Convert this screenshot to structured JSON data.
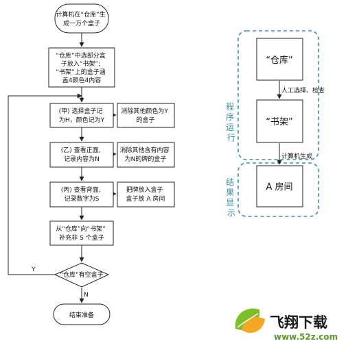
{
  "flowchart": {
    "start": [
      "计算机在“仓库”生",
      "成一万个盒子"
    ],
    "setup": [
      "“仓库”中选部分盒",
      "子放入“书架”;",
      "“书架”上的盒子涵",
      "盖4颜色4内容"
    ],
    "step_a": [
      "(甲) 选择盒子记",
      "为H，颜色记为Y"
    ],
    "step_a_side": [
      "消除其他颜色为Y",
      "的盒子"
    ],
    "step_b": [
      "(乙) 查看正面,",
      "记录内容为N"
    ],
    "step_b_side": [
      "消除其他含有内容",
      "为N的牌的盒子"
    ],
    "step_c": [
      "(丙) 查看背面,",
      "记录数字为S"
    ],
    "step_c_side": [
      "把牌放入盒子",
      "盒子放 A 房间"
    ],
    "refill": [
      "从“仓库”向“书架”",
      "补充非 S 个盒子"
    ],
    "decision": "“仓库”有空盒子",
    "yes_label": "Y",
    "no_label": "N",
    "end": "结束准备"
  },
  "right_diagram": {
    "warehouse": "“仓库”",
    "bookshelf": "“书架”",
    "room": "A 房间",
    "arrow1_label": "人工选择、检查",
    "arrow2_label": "计算机生成",
    "group1_label": [
      "程",
      "序",
      "运",
      "行"
    ],
    "group2_label": [
      "结",
      "果",
      "显",
      "示"
    ]
  },
  "watermark": {
    "brand": "飞翔下载",
    "url": "www.52z.com"
  },
  "colors": {
    "teal": "#3a8fa8",
    "line": "#222222",
    "logo_green": "#7cbf2a",
    "logo_orange": "#f5a623"
  }
}
